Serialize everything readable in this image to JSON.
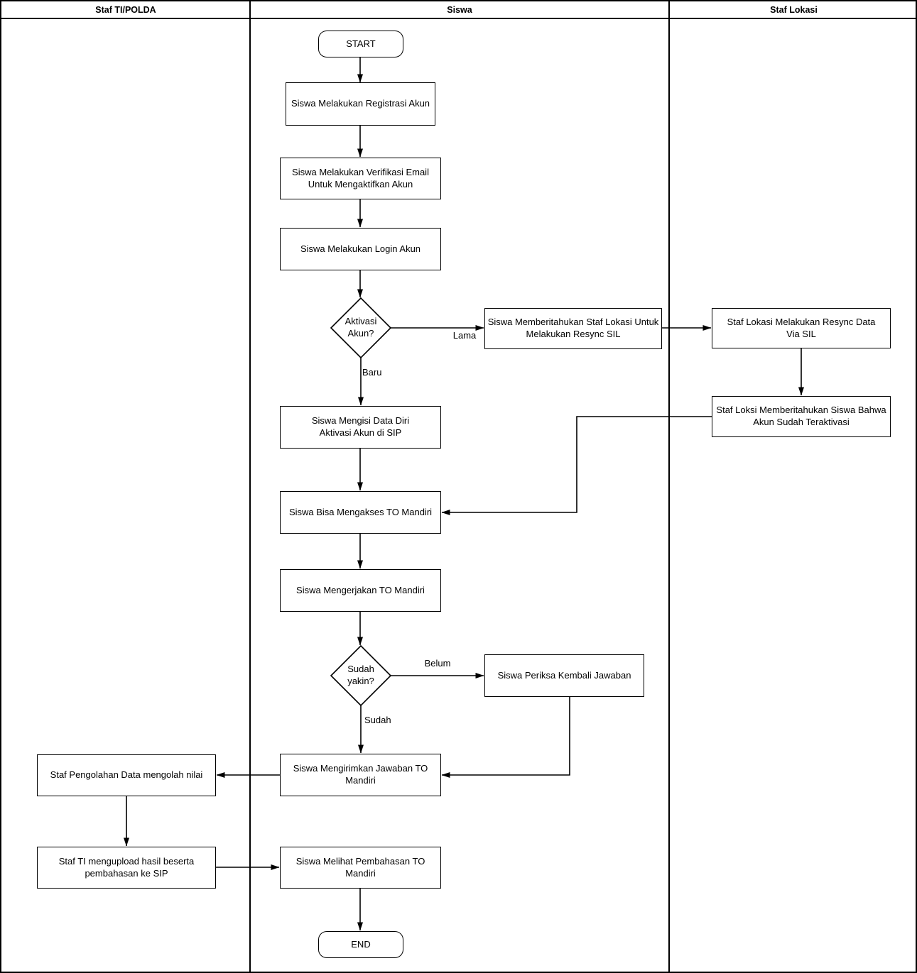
{
  "lanes": [
    {
      "id": "staf-ti-polda",
      "label": "Staf TI/POLDA"
    },
    {
      "id": "siswa",
      "label": "Siswa"
    },
    {
      "id": "staf-lokasi",
      "label": "Staf Lokasi"
    }
  ],
  "nodes": {
    "start": {
      "type": "terminator",
      "lane": "Siswa",
      "label": "START"
    },
    "registrasi": {
      "type": "process",
      "lane": "Siswa",
      "label": "Siswa Melakukan Registrasi Akun"
    },
    "verifikasi": {
      "type": "process",
      "lane": "Siswa",
      "label": "Siswa Melakukan Verifikasi Email\nUntuk Mengaktifkan Akun"
    },
    "login": {
      "type": "process",
      "lane": "Siswa",
      "label": "Siswa Melakukan Login Akun"
    },
    "aktivasi": {
      "type": "decision",
      "lane": "Siswa",
      "label": "Aktivasi\nAkun?"
    },
    "memberitahukan": {
      "type": "process",
      "lane": "Siswa",
      "label": "Siswa Memberitahukan Staf Lokasi Untuk\nMelakukan Resync SIL"
    },
    "resync": {
      "type": "process",
      "lane": "Staf Lokasi",
      "label": "Staf Lokasi Melakukan Resync Data\nVia SIL"
    },
    "teraktivasi": {
      "type": "process",
      "lane": "Staf Lokasi",
      "label": "Staf Loksi Memberitahukan Siswa Bahwa\nAkun Sudah Teraktivasi"
    },
    "mengisi": {
      "type": "process",
      "lane": "Siswa",
      "label": "Siswa Mengisi Data Diri\nAktivasi Akun di SIP"
    },
    "mengakses": {
      "type": "process",
      "lane": "Siswa",
      "label": "Siswa Bisa Mengakses TO Mandiri"
    },
    "mengerjakan": {
      "type": "process",
      "lane": "Siswa",
      "label": "Siswa Mengerjakan TO Mandiri"
    },
    "yakin": {
      "type": "decision",
      "lane": "Siswa",
      "label": "Sudah\nyakin?"
    },
    "periksa": {
      "type": "process",
      "lane": "Siswa",
      "label": "Siswa Periksa Kembali Jawaban"
    },
    "mengirimkan": {
      "type": "process",
      "lane": "Siswa",
      "label": "Siswa Mengirimkan Jawaban TO Mandiri"
    },
    "pengolahan": {
      "type": "process",
      "lane": "Staf TI/POLDA",
      "label": "Staf Pengolahan Data mengolah nilai"
    },
    "mengupload": {
      "type": "process",
      "lane": "Staf TI/POLDA",
      "label": "Staf TI mengupload hasil beserta\npembahasan ke SIP"
    },
    "melihat": {
      "type": "process",
      "lane": "Siswa",
      "label": "Siswa Melihat Pembahasan TO Mandiri"
    },
    "end": {
      "type": "terminator",
      "lane": "Siswa",
      "label": "END"
    }
  },
  "edge_labels": {
    "lama": "Lama",
    "baru": "Baru",
    "belum": "Belum",
    "sudah": "Sudah"
  },
  "colors": {
    "stroke": "#000000",
    "fill": "#ffffff",
    "text": "#000000"
  }
}
